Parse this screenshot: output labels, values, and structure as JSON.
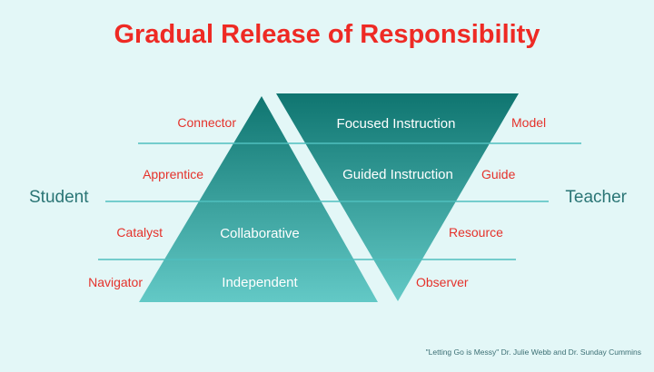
{
  "title": "Gradual Release of Responsibility",
  "sides": {
    "left": "Student",
    "right": "Teacher"
  },
  "pyramid_labels": [
    "Collaborative",
    "Independent"
  ],
  "inverted_labels": [
    "Focused Instruction",
    "Guided Instruction"
  ],
  "student_roles": [
    "Connector",
    "Apprentice",
    "Catalyst",
    "Navigator"
  ],
  "teacher_roles": [
    "Model",
    "Guide",
    "Resource",
    "Observer"
  ],
  "citation": "\"Letting Go is Messy\" Dr. Julie Webb and Dr. Sunday Cummins",
  "colors": {
    "background": "#e3f7f7",
    "title": "#ee2a24",
    "role_text": "#e5322b",
    "side_text": "#2a7575",
    "teal_dark": "#117a74",
    "teal_light": "#5fc6c3",
    "line": "#4fbfbf"
  }
}
